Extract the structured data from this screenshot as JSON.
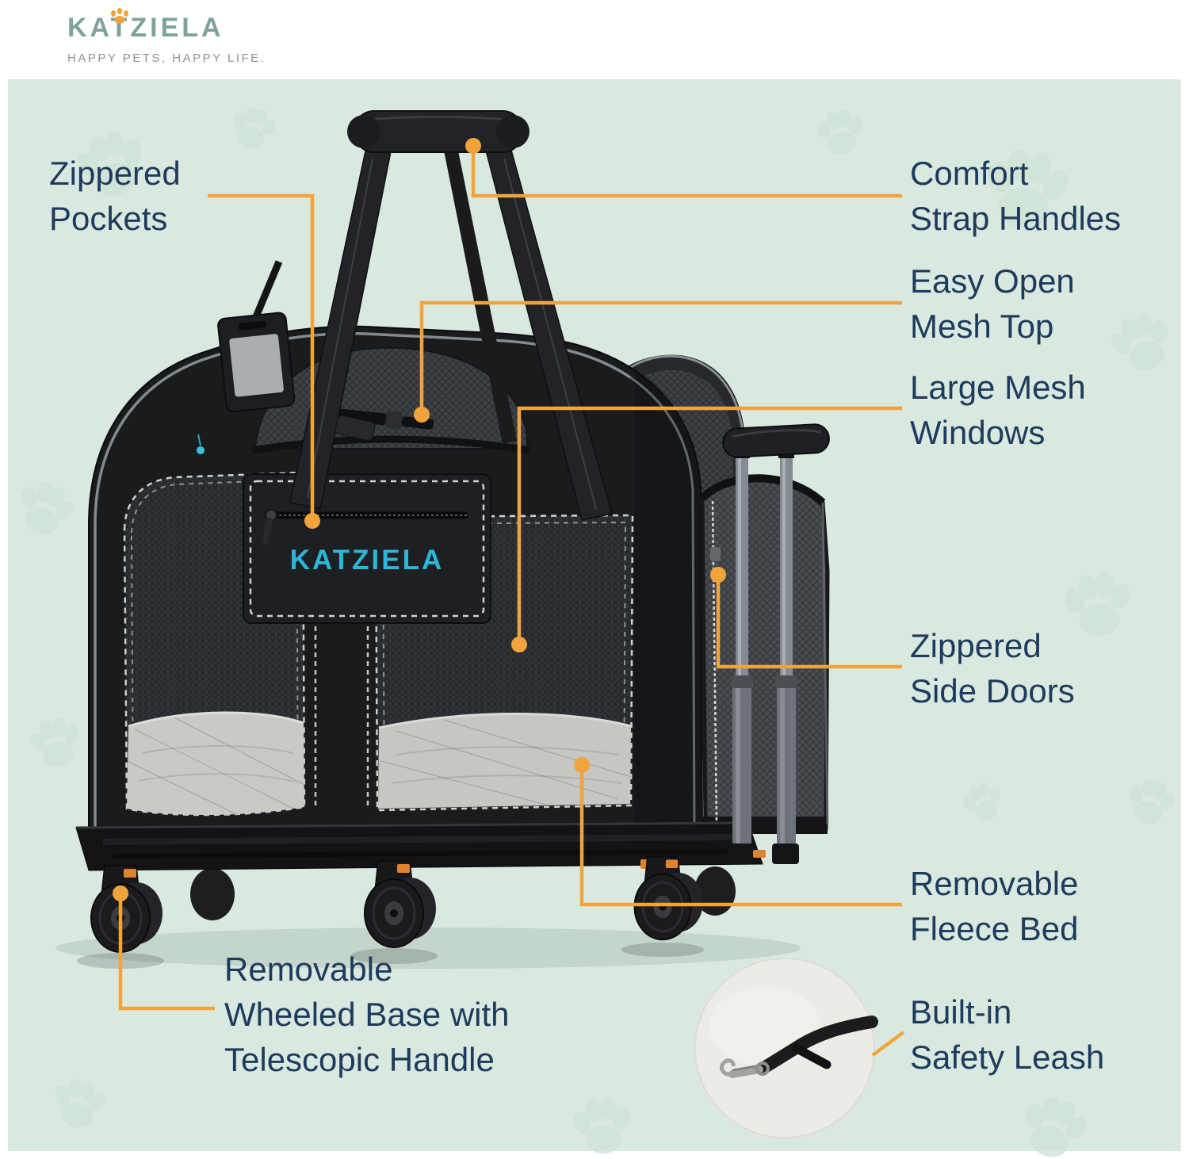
{
  "header": {
    "brand": "KATZIELA",
    "tagline": "HAPPY PETS, HAPPY LIFE."
  },
  "product": {
    "bag_logo": "KATZIELA"
  },
  "callouts": {
    "zippered_pockets": "Zippered\nPockets",
    "comfort_strap_handles": "Comfort\nStrap Handles",
    "easy_open_mesh_top": "Easy Open\nMesh Top",
    "large_mesh_windows": "Large Mesh\nWindows",
    "zippered_side_doors": "Zippered\nSide Doors",
    "removable_fleece_bed": "Removable\nFleece Bed",
    "removable_wheeled_base": "Removable\nWheeled Base with\nTelescopic Handle",
    "built_in_safety_leash": "Built-in\nSafety Leash"
  },
  "colors": {
    "background_mint": "#d9e9e0",
    "label_navy": "#1e3a5c",
    "leader_orange": "#f2a43c",
    "brand_teal": "#7fa39c",
    "bag_logo_cyan": "#2bb7da",
    "tagline_gray": "#8d9296",
    "paw_accent_orange": "#f0a23c"
  }
}
